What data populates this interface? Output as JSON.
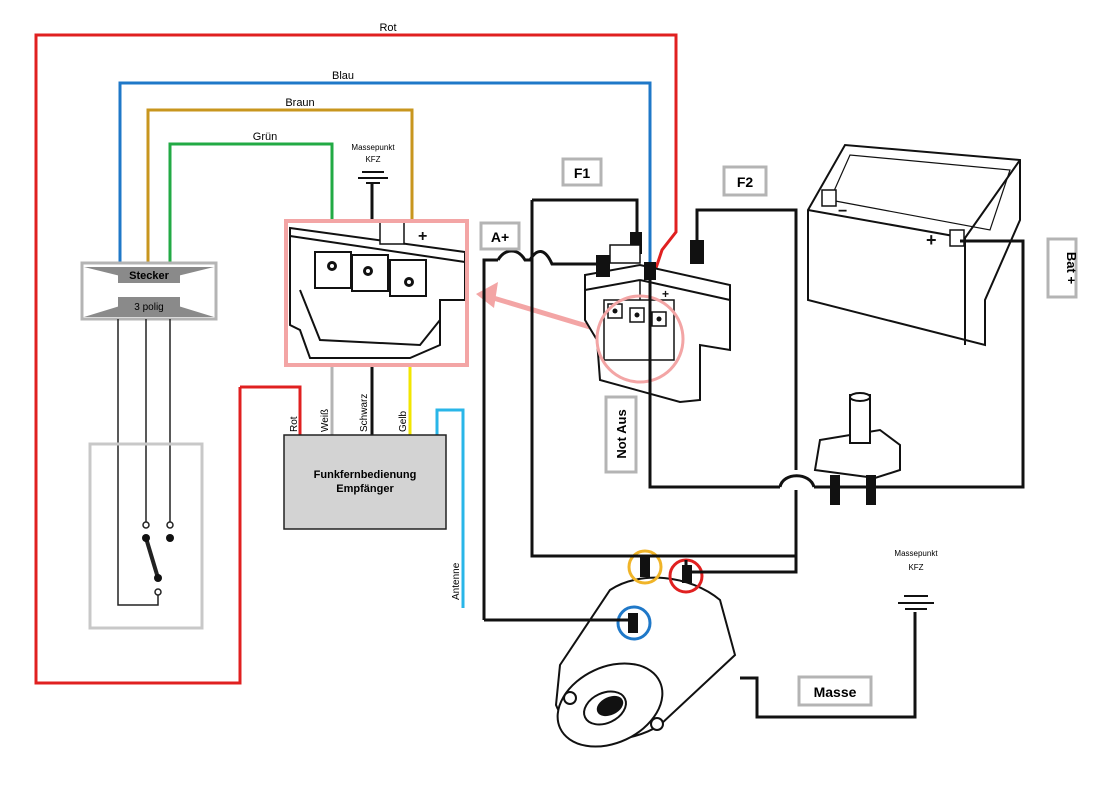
{
  "wires": {
    "rot": "Rot",
    "blau": "Blau",
    "braun": "Braun",
    "gruen": "Grün",
    "rot_short": "Rot",
    "weiss": "Weiß",
    "schwarz": "Schwarz",
    "gelb": "Gelb",
    "antenne": "Antenne"
  },
  "ground_top": {
    "line1": "Massepunkt",
    "line2": "KFZ"
  },
  "ground_bottom": {
    "line1": "Massepunkt",
    "line2": "KFZ"
  },
  "plug": {
    "title": "Stecker",
    "subtitle": "3 polig"
  },
  "receiver": {
    "line1": "Funkfernbedienung",
    "line2": "Empfänger"
  },
  "terminals": {
    "a_plus": "A+",
    "f1": "F1",
    "f2": "F2",
    "bat_plus": "Bat +",
    "not_aus": "Not Aus",
    "masse": "Masse"
  },
  "colors": {
    "red": "#e02020",
    "blue": "#1f78c8",
    "brown": "#c8961e",
    "green": "#22aa44",
    "yellow": "#f2e600",
    "cyan": "#29b6e8",
    "grey": "#b4b4b4",
    "highlight": "#f3a5a5"
  }
}
